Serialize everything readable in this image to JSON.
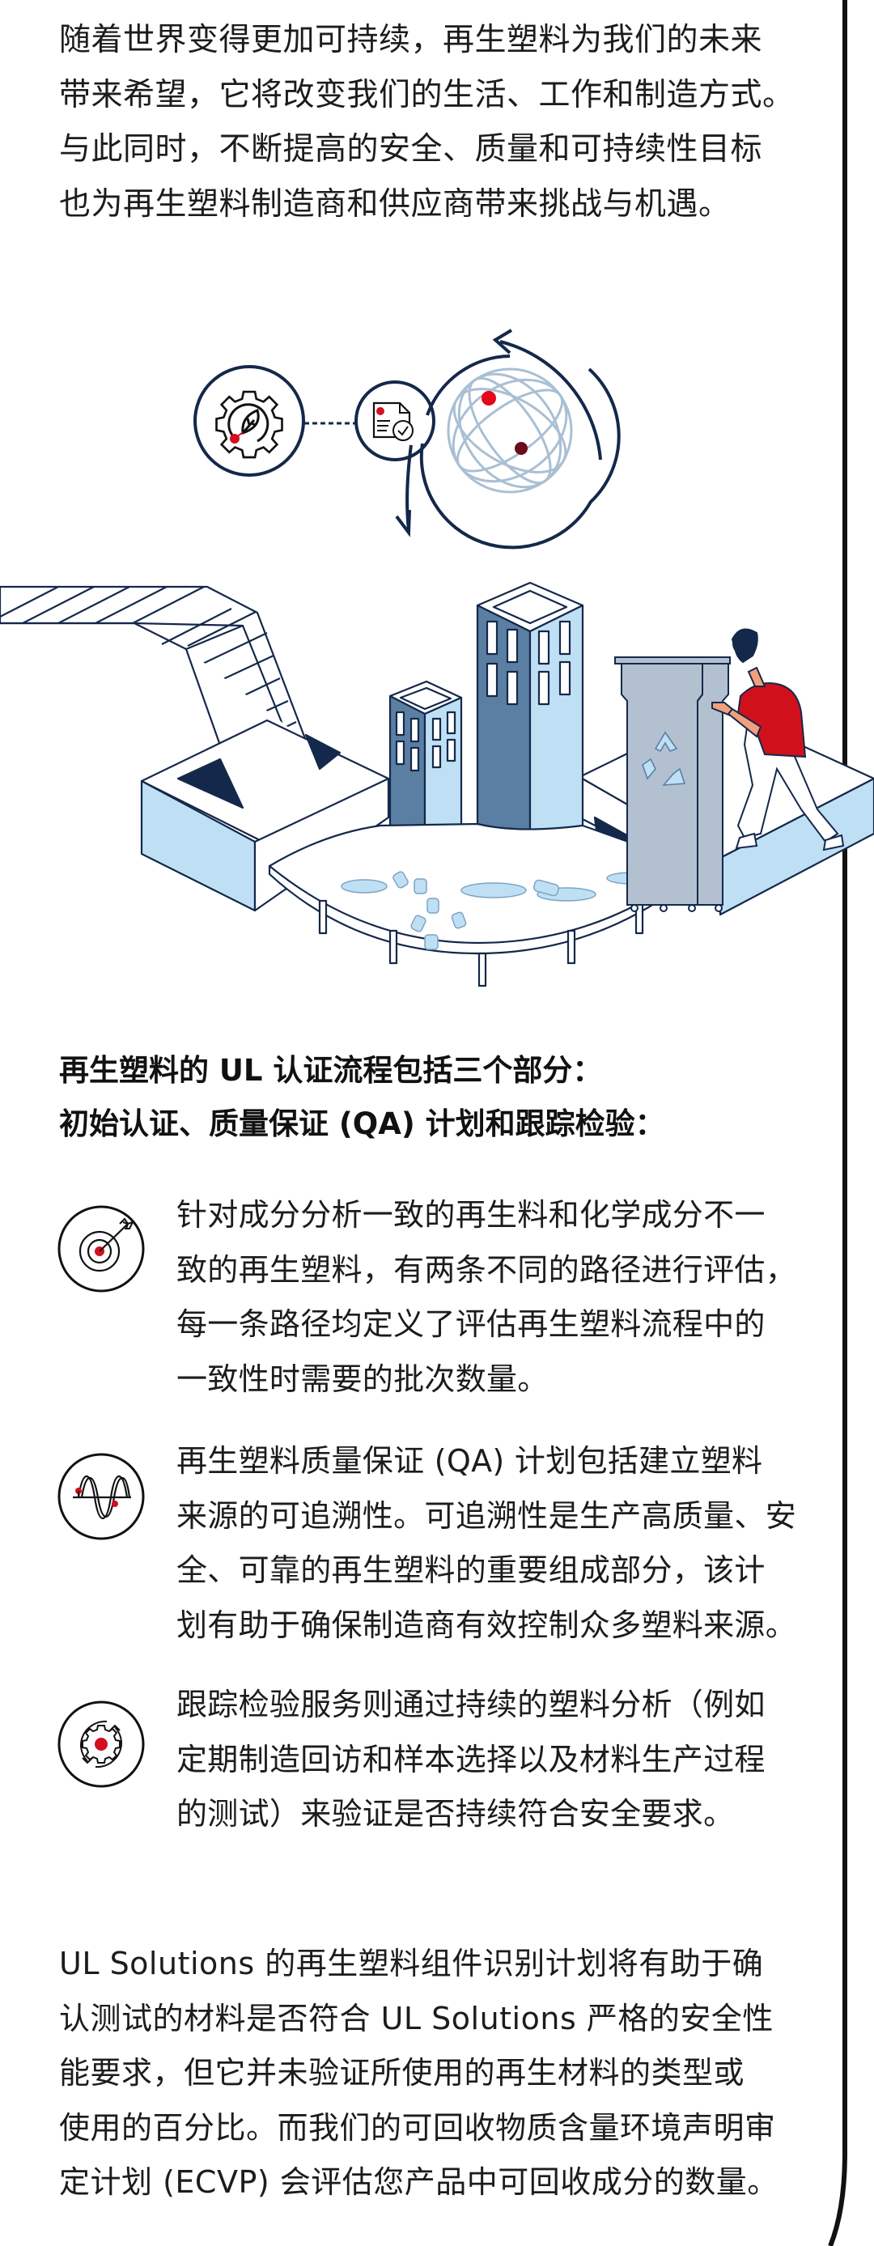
{
  "intro": {
    "lines": [
      "随着世界变得更加可持续，再生塑料为我们的未来",
      "带来希望，它将改变我们的生活、工作和制造方式。",
      "与此同时，不断提高的安全、质量和可持续性目标",
      "也为再生塑料制造商和供应商带来挑战与机遇。"
    ]
  },
  "diagram": {
    "icons": [
      "gear-leaf-icon",
      "document-check-icon",
      "globe-icon",
      "cycle-arrows-icon"
    ],
    "colors": {
      "navy": "#14284b",
      "red": "#d40f1e",
      "dark_red": "#6b0b1c",
      "globe_line": "#a9bfd3"
    }
  },
  "illustration": {
    "elements": [
      "conveyor-ramp",
      "tall-building",
      "short-building",
      "recycling-bin",
      "person-pushing-bin",
      "plastic-bottles",
      "platforms"
    ],
    "colors": {
      "outline": "#14284b",
      "light_blue": "#bfe0f4",
      "mid_blue": "#5b7fa3",
      "bin_gray": "#b3c0cf",
      "shirt_red": "#d0111c"
    }
  },
  "heading": {
    "lines": [
      "再生塑料的 UL 认证流程包括三个部分：",
      "初始认证、质量保证 (QA) 计划和跟踪检验："
    ]
  },
  "items": [
    {
      "icon": "target-arrow-icon",
      "lines": [
        "针对成分分析一致的再生料和化学成分不一",
        "致的再生塑料，有两条不同的路径进行评估，",
        "每一条路径均定义了评估再生塑料流程中的",
        "一致性时需要的批次数量。"
      ]
    },
    {
      "icon": "wave-signal-icon",
      "lines": [
        "再生塑料质量保证 (QA) 计划包括建立塑料",
        "来源的可追溯性。可追溯性是生产高质量、安",
        "全、可靠的再生塑料的重要组成部分，该计",
        "划有助于确保制造商有效控制众多塑料来源。"
      ]
    },
    {
      "icon": "gear-cycle-icon",
      "lines": [
        "跟踪检验服务则通过持续的塑料分析（例如",
        "定期制造回访和样本选择以及材料生产过程",
        "的测试）来验证是否持续符合安全要求。"
      ]
    }
  ],
  "outro": {
    "lines": [
      "UL Solutions 的再生塑料组件识别计划将有助于确",
      "认测试的材料是否符合 UL Solutions 严格的安全性",
      "能要求，但它并未验证所使用的再生材料的类型或",
      "使用的百分比。而我们的可回收物质含量环境声明审",
      "定计划 (ECVP) 会评估您产品中可回收成分的数量。"
    ]
  }
}
